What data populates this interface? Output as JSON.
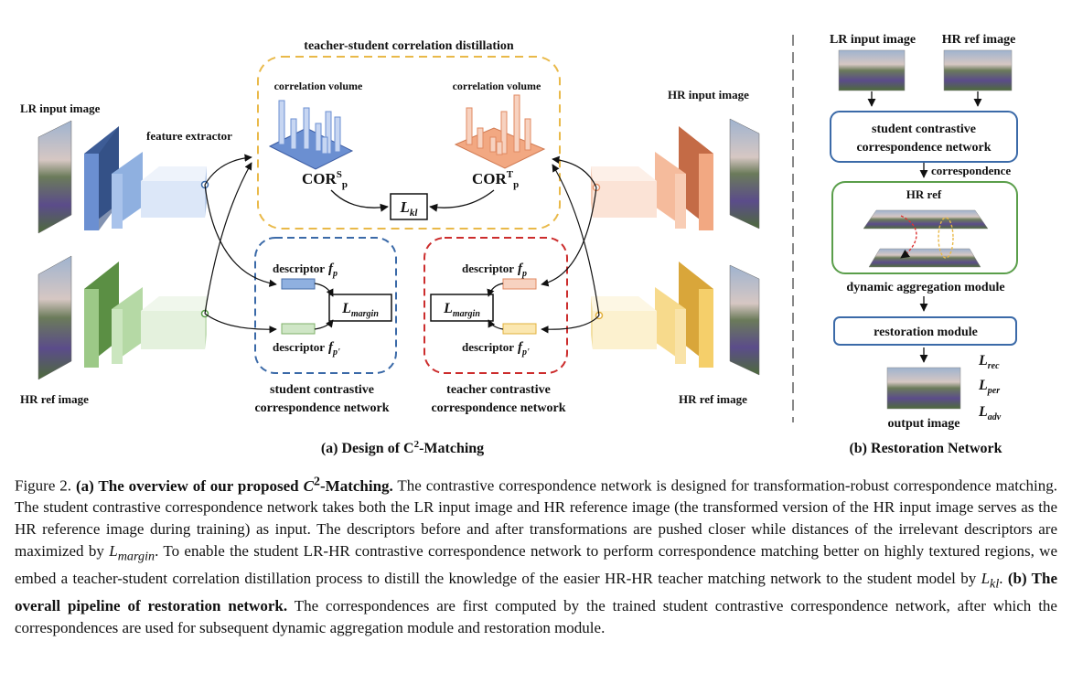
{
  "figure": {
    "left_panel": {
      "top_title": "teacher-student correlation distillation",
      "lr_input_label": "LR input image",
      "hr_ref_label_left": "HR ref image",
      "hr_input_label": "HR input image",
      "hr_ref_label_right": "HR ref image",
      "feature_extractor_label": "feature extractor",
      "corr_volume_student_label": "correlation volume",
      "corr_volume_teacher_label": "correlation volume",
      "cor_student": {
        "base": "COR",
        "sup": "S",
        "sub": "p"
      },
      "cor_teacher": {
        "base": "COR",
        "sup": "T",
        "sub": "p"
      },
      "loss_kl": {
        "base": "L",
        "sub": "kl"
      },
      "descriptor_label": "descriptor",
      "descriptor_fp": {
        "base": "f",
        "sub": "p"
      },
      "descriptor_fp_prime": {
        "base": "f",
        "sub": "p'"
      },
      "loss_margin": {
        "base": "L",
        "sub": "margin"
      },
      "student_net_label": [
        "student contrastive",
        "correspondence network"
      ],
      "teacher_net_label": [
        "teacher contrastive",
        "correspondence network"
      ],
      "subcaption": {
        "prefix": "(a) Design of C",
        "sup": "2",
        "suffix": "-Matching"
      }
    },
    "right_panel": {
      "lr_input_label": "LR input image",
      "hr_ref_label": "HR ref image",
      "student_box": [
        "student contrastive",
        "correspondence network"
      ],
      "correspondence_label": "correspondence",
      "hr_ref_inner_label": "HR ref",
      "dynamic_agg_label": "dynamic aggregation module",
      "restoration_module_label": "restoration module",
      "output_label": "output image",
      "losses": [
        {
          "base": "L",
          "sub": "rec"
        },
        {
          "base": "L",
          "sub": "per"
        },
        {
          "base": "L",
          "sub": "adv"
        }
      ],
      "subcaption": "(b) Restoration Network"
    },
    "colors": {
      "student_blue": "#4a6fa8",
      "student_green": "#7fb069",
      "teacher_orange": "#e8956c",
      "teacher_yellow": "#f2c65a",
      "distill_border": "#e9b949",
      "student_dash": "#3b6aa8",
      "teacher_dash": "#cc2d2d",
      "restoration_green": "#5a9e4a"
    }
  },
  "caption": {
    "label": "Figure 2.",
    "part_a_bold": "(a) The overview of our proposed",
    "part_a_math": "C",
    "part_a_math_sup": "2",
    "part_a_bold_end": "-Matching.",
    "text_a1": "The contrastive correspondence network is designed for transformation-robust correspondence matching. The student contrastive correspondence network takes both the LR input image and HR reference image (the transformed version of the HR input image serves as the HR reference image during training) as input. The descriptors before and after transformations are pushed closer while distances of the irrelevant descriptors are maximized by",
    "math_margin": "L",
    "math_margin_sub": "margin",
    "text_a2": ". To enable the student LR-HR contrastive correspondence network to perform correspondence matching better on highly textured regions, we embed a teacher-student correlation distillation process to distill the knowledge of the easier HR-HR teacher matching network to the student model by",
    "math_kl": "L",
    "math_kl_sub": "kl",
    "text_a3": ".",
    "part_b_bold": "(b) The overall pipeline of restoration network.",
    "text_b": "The correspondences are first computed by the trained student contrastive correspondence network, after which the correspondences are used for subsequent dynamic aggregation module and restoration module."
  }
}
